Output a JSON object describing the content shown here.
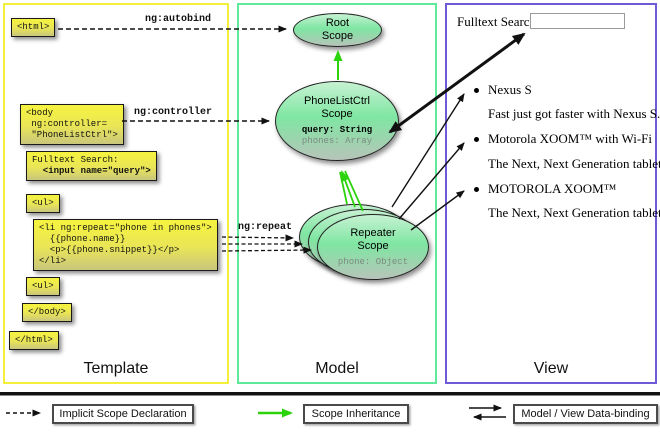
{
  "diagram": {
    "template": {
      "title": "Template",
      "boxes": {
        "html_open": "<html>",
        "body_open": "<body\n ng:controller=\n \"PhoneListCtrl\">",
        "fulltext_label": "Fulltext Search:",
        "fulltext_input": "  <input name=\"query\">",
        "ul_open": "<ul>",
        "li_repeat": "<li ng:repeat=\"phone in phones\">\n  {{phone.name}}\n  <p>{{phone.snippet}}</p>\n</li>",
        "ul_close": "<ul>",
        "body_close": "</body>",
        "html_close": "</html>"
      }
    },
    "model": {
      "title": "Model",
      "root_scope": {
        "name": "Root\nScope"
      },
      "phonelist_scope": {
        "name": "PhoneListCtrl\nScope",
        "prop_query": "query: String",
        "prop_phones": "phones: Array"
      },
      "repeater_scope": {
        "name": "Repeater\nScope",
        "prop_phone": "phone: Object"
      }
    },
    "view": {
      "title": "View",
      "search_label": "Fulltext Search:",
      "search_value": "",
      "items": [
        {
          "name": "Nexus S",
          "snippet": "Fast just got faster with Nexus S."
        },
        {
          "name": "Motorola XOOM™ with Wi-Fi",
          "snippet": "The Next, Next Generation tablet."
        },
        {
          "name": "MOTOROLA XOOM™",
          "snippet": "The Next, Next Generation tablet."
        }
      ]
    },
    "edges": {
      "autobind": "ng:autobind",
      "controller": "ng:controller",
      "repeat": "ng:repeat"
    },
    "legend": {
      "implicit": "Implicit Scope Declaration",
      "inheritance": "Scope Inheritance",
      "binding": "Model / View Data-binding"
    },
    "colors": {
      "template_border": "#f5ef3a",
      "model_border": "#5fe99b",
      "view_border": "#6f5bd8",
      "inheritance_green": "#2bd40a",
      "scope_fill_top": "#c7f2d3",
      "scope_fill_mid": "#7fe6a2"
    }
  }
}
